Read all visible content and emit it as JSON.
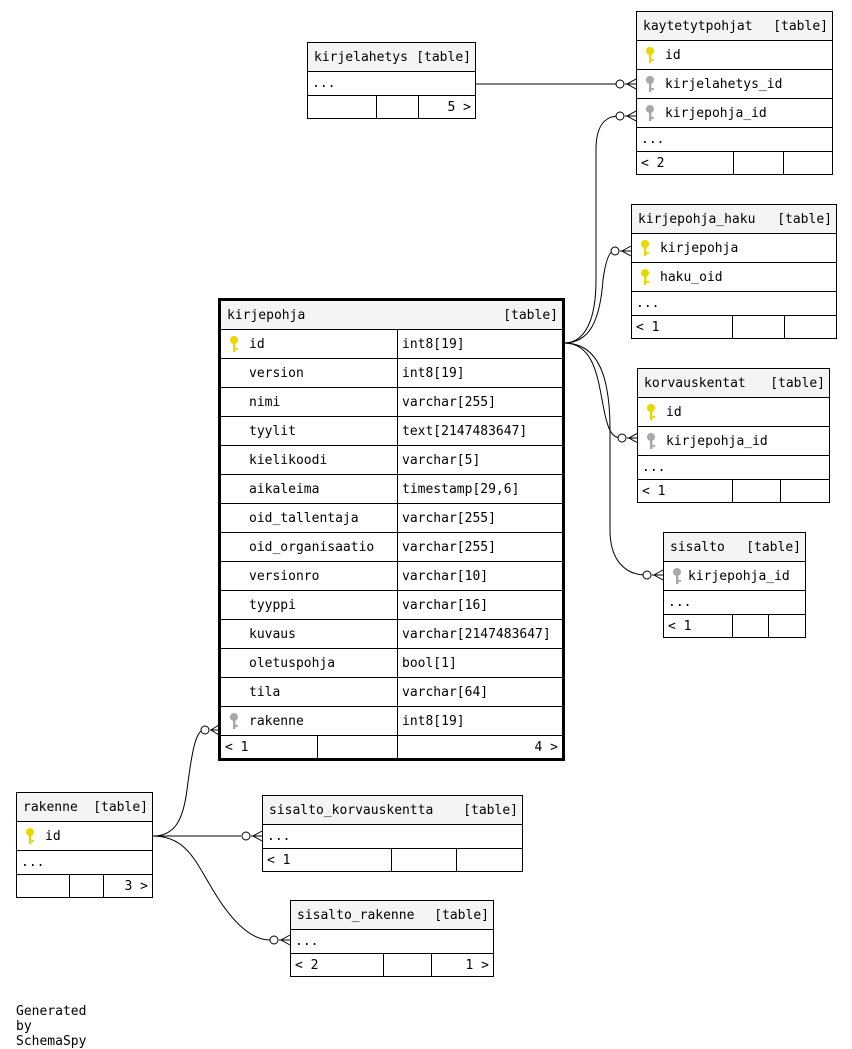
{
  "tables": {
    "kirjelahetys": {
      "name": "kirjelahetys",
      "kind": "[table]",
      "ellipsis": "...",
      "footer": [
        "",
        "",
        "5 >"
      ]
    },
    "kaytetytpohjat": {
      "name": "kaytetytpohjat",
      "kind": "[table]",
      "columns": [
        {
          "name": "id",
          "icon": "primary-key"
        },
        {
          "name": "kirjelahetys_id",
          "icon": "foreign-key"
        },
        {
          "name": "kirjepohja_id",
          "icon": "foreign-key"
        }
      ],
      "ellipsis": "...",
      "footer": [
        "< 2",
        "",
        ""
      ]
    },
    "kirjepohja_haku": {
      "name": "kirjepohja_haku",
      "kind": "[table]",
      "columns": [
        {
          "name": "kirjepohja",
          "icon": "primary-key"
        },
        {
          "name": "haku_oid",
          "icon": "primary-key"
        }
      ],
      "ellipsis": "...",
      "footer": [
        "< 1",
        "",
        ""
      ]
    },
    "korvauskentat": {
      "name": "korvauskentat",
      "kind": "[table]",
      "columns": [
        {
          "name": "id",
          "icon": "primary-key"
        },
        {
          "name": "kirjepohja_id",
          "icon": "foreign-key"
        }
      ],
      "ellipsis": "...",
      "footer": [
        "< 1",
        "",
        ""
      ]
    },
    "sisalto": {
      "name": "sisalto",
      "kind": "[table]",
      "columns": [
        {
          "name": "kirjepohja_id",
          "icon": "foreign-key"
        }
      ],
      "ellipsis": "...",
      "footer": [
        "< 1",
        "",
        ""
      ]
    },
    "kirjepohja": {
      "name": "kirjepohja",
      "kind": "[table]",
      "columns": [
        {
          "name": "id",
          "type": "int8[19]",
          "icon": "primary-key"
        },
        {
          "name": "version",
          "type": "int8[19]",
          "icon": ""
        },
        {
          "name": "nimi",
          "type": "varchar[255]",
          "icon": ""
        },
        {
          "name": "tyylit",
          "type": "text[2147483647]",
          "icon": ""
        },
        {
          "name": "kielikoodi",
          "type": "varchar[5]",
          "icon": ""
        },
        {
          "name": "aikaleima",
          "type": "timestamp[29,6]",
          "icon": ""
        },
        {
          "name": "oid_tallentaja",
          "type": "varchar[255]",
          "icon": ""
        },
        {
          "name": "oid_organisaatio",
          "type": "varchar[255]",
          "icon": ""
        },
        {
          "name": "versionro",
          "type": "varchar[10]",
          "icon": ""
        },
        {
          "name": "tyyppi",
          "type": "varchar[16]",
          "icon": ""
        },
        {
          "name": "kuvaus",
          "type": "varchar[2147483647]",
          "icon": ""
        },
        {
          "name": "oletuspohja",
          "type": "bool[1]",
          "icon": ""
        },
        {
          "name": "tila",
          "type": "varchar[64]",
          "icon": ""
        },
        {
          "name": "rakenne",
          "type": "int8[19]",
          "icon": "foreign-key"
        }
      ],
      "footer": [
        "< 1",
        "",
        "4 >"
      ]
    },
    "rakenne": {
      "name": "rakenne",
      "kind": "[table]",
      "columns": [
        {
          "name": "id",
          "icon": "primary-key"
        }
      ],
      "ellipsis": "...",
      "footer": [
        "",
        "",
        "3 >"
      ]
    },
    "sisalto_korvauskentta": {
      "name": "sisalto_korvauskentta",
      "kind": "[table]",
      "ellipsis": "...",
      "footer": [
        "< 1",
        "",
        ""
      ]
    },
    "sisalto_rakenne": {
      "name": "sisalto_rakenne",
      "kind": "[table]",
      "ellipsis": "...",
      "footer": [
        "< 2",
        "",
        "1 >"
      ]
    }
  },
  "colors": {
    "primary_key": "#e8d800",
    "foreign_key": "#a8a8a8",
    "header_bg": "#f4f4f4"
  },
  "credit": "Generated by SchemaSpy"
}
